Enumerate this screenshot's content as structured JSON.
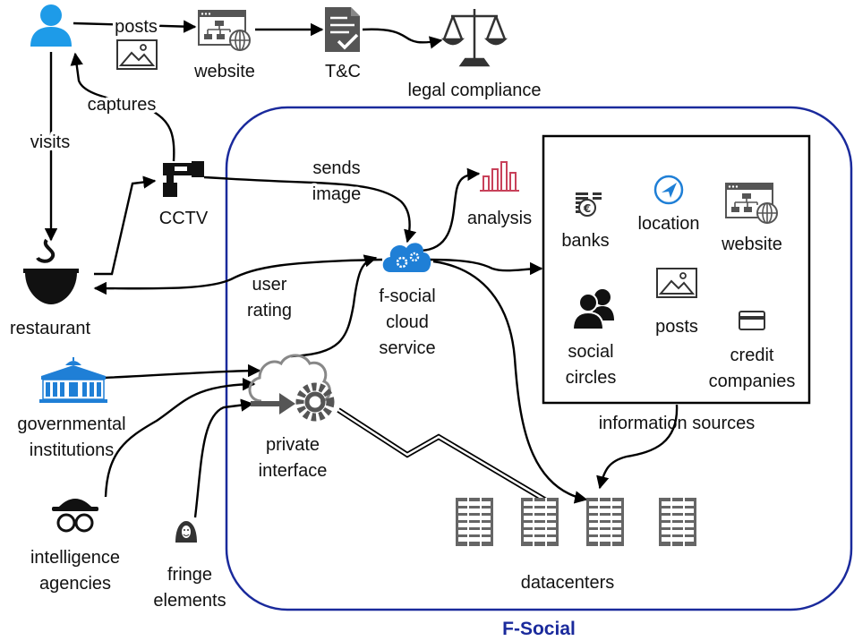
{
  "boundary": {
    "title": "F-Social"
  },
  "nodes": {
    "user": {
      "icon": "user-icon"
    },
    "website_top": {
      "label": "website",
      "icon": "website-icon"
    },
    "tc": {
      "label": "T&C",
      "icon": "document-check-icon"
    },
    "legal": {
      "label": "legal compliance",
      "icon": "scales-icon"
    },
    "cctv": {
      "label": "CCTV",
      "icon": "cctv-camera-icon"
    },
    "restaurant": {
      "label": "restaurant",
      "icon": "food-bowl-icon"
    },
    "cloud_service": {
      "label_lines": [
        "f-social",
        "cloud",
        "service"
      ],
      "icon": "cloud-gears-icon"
    },
    "analysis": {
      "label": "analysis",
      "icon": "bar-chart-icon"
    },
    "gov": {
      "label_lines": [
        "governmental",
        "institutions"
      ],
      "icon": "government-building-icon"
    },
    "private_interface": {
      "label_lines": [
        "private",
        "interface"
      ],
      "icon": "cloud-gear-arrow-icon"
    },
    "intel": {
      "label_lines": [
        "intelligence",
        "agencies"
      ],
      "icon": "spy-icon"
    },
    "fringe": {
      "label_lines": [
        "fringe",
        "elements"
      ],
      "icon": "hacker-icon"
    },
    "datacenters": {
      "label": "datacenters",
      "icon": "server-rack-icon"
    }
  },
  "info_sources": {
    "label": "information sources",
    "items": [
      {
        "label_lines": [
          "banks"
        ],
        "icon": "coins-icon"
      },
      {
        "label_lines": [
          "location"
        ],
        "icon": "navigation-icon"
      },
      {
        "label_lines": [
          "website"
        ],
        "icon": "website-icon"
      },
      {
        "label_lines": [
          "social",
          "circles"
        ],
        "icon": "group-icon"
      },
      {
        "label_lines": [
          "posts"
        ],
        "icon": "image-icon"
      },
      {
        "label_lines": [
          "credit",
          "companies"
        ],
        "icon": "credit-card-icon"
      }
    ]
  },
  "edges": {
    "posts": "posts",
    "captures": "captures",
    "visits": "visits",
    "sends_image": [
      "sends",
      "image"
    ],
    "user_rating": [
      "user",
      "rating"
    ]
  },
  "colors": {
    "boundary": "#1a2a9c",
    "cloud": "#1f7fd6",
    "icon": "#555555",
    "analysis": "#c8415a"
  }
}
